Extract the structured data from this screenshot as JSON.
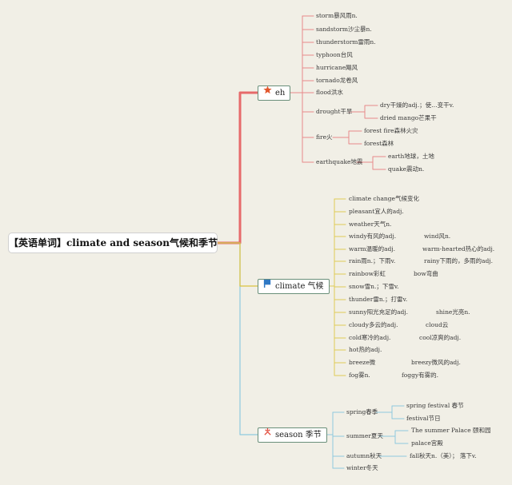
{
  "root": "【英语单词】climate and season气候和季节",
  "branches": {
    "eh": {
      "label": "eh",
      "icon": "star-icon",
      "color": "#e04b4b",
      "items": [
        "storm暴风雨n.",
        "sandstorm沙尘暴n.",
        "thunderstorm雷雨n.",
        "typhoon台风",
        "hurricane飓风",
        "tornado龙卷风",
        "flood洪水"
      ],
      "drought": {
        "label": "drought干旱",
        "children": [
          "dry干燥的adj.；使…变干v.",
          "dried mango芒果干"
        ]
      },
      "fire": {
        "label": "fire火",
        "children": [
          "forest fire森林火灾",
          "forest森林"
        ]
      },
      "earthquake": {
        "label": "earthquake地震",
        "children": [
          "earth地球，土地",
          "quake震动n."
        ]
      }
    },
    "climate": {
      "label": "climate 气候",
      "icon": "flag-icon",
      "color": "#e3c232",
      "items": [
        {
          "left": "climate change气候变化"
        },
        {
          "left": "pleasant宜人的adj."
        },
        {
          "left": "weather天气n."
        },
        {
          "left": "windy有风的adj.",
          "right": "wind风n."
        },
        {
          "left": "warm温暖的adj.",
          "right": "warm-hearted热心的adj."
        },
        {
          "left": "rain雨n.；下雨v.",
          "right": "rainy下雨的，多雨的adj."
        },
        {
          "left": "rainbow彩虹",
          "right": "bow弯曲"
        },
        {
          "left": "snow雪n.；下雪v."
        },
        {
          "left": "thunder雷n.；打雷v."
        },
        {
          "left": "sunny阳光充足的adj.",
          "right": "shine光亮n."
        },
        {
          "left": "cloudy多云的adj.",
          "right": "cloud云"
        },
        {
          "left": "cold寒冷的adj.",
          "right": "cool凉爽的adj."
        },
        {
          "left": "hot热的adj."
        },
        {
          "left": "breeze微",
          "right": "breezy微风的adj."
        },
        {
          "left": "fog雾n.",
          "right": "foggy有雾的."
        }
      ]
    },
    "season": {
      "label": "season 季节",
      "icon": "sparkle-icon",
      "color": "#6ab7d3",
      "spring": {
        "label": "spring春季",
        "children": [
          "spring festival 春节",
          "festival节日"
        ]
      },
      "summer": {
        "label": "summer夏天",
        "children": [
          "The summer Palace 颐和园",
          "palace宫殿"
        ]
      },
      "autumn": {
        "label": "autumn秋天",
        "child": "fall秋天n.（美）；  落下v."
      },
      "winter": {
        "label": "winter冬天"
      }
    }
  }
}
